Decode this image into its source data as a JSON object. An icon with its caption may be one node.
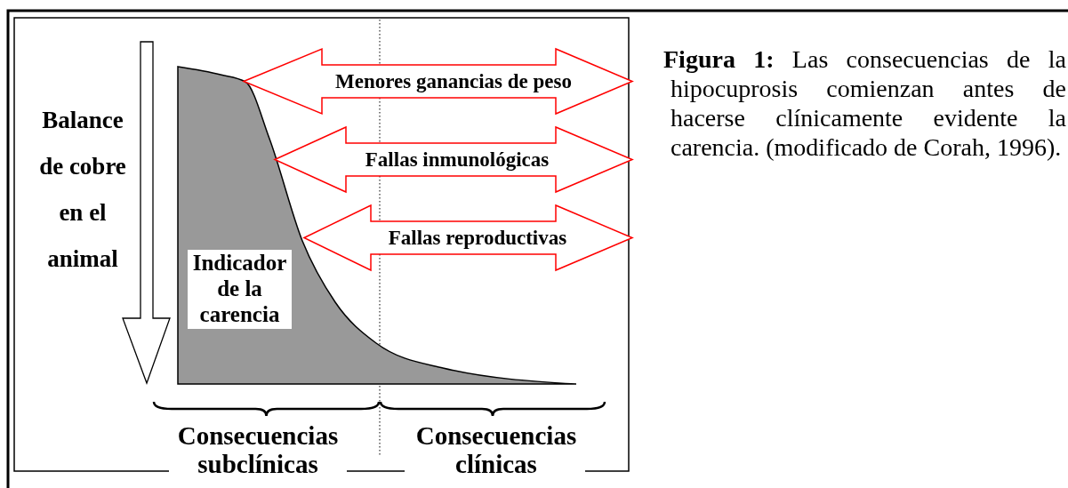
{
  "diagram": {
    "caption": "**Figura 1:** Las consecuencias de la hipocuprosis comienzan antes de hacerse clínicamente evidente la carencia. (modificado de Corah, 1996).",
    "nodes": [
      {
        "text": [
          "Menores ganancias de peso"
        ]
      },
      {
        "text": [
          "Fallas inmunológicas"
        ]
      },
      {
        "text": [
          "Fallas reproductivas"
        ]
      },
      {
        "text": [
          "Indicador de la carencia"
        ]
      }
    ],
    "labels": [
      "Balance de cobre en el animal",
      "Consecuencias subclínicas",
      "Consecuencias clínicas"
    ]
  }
}
